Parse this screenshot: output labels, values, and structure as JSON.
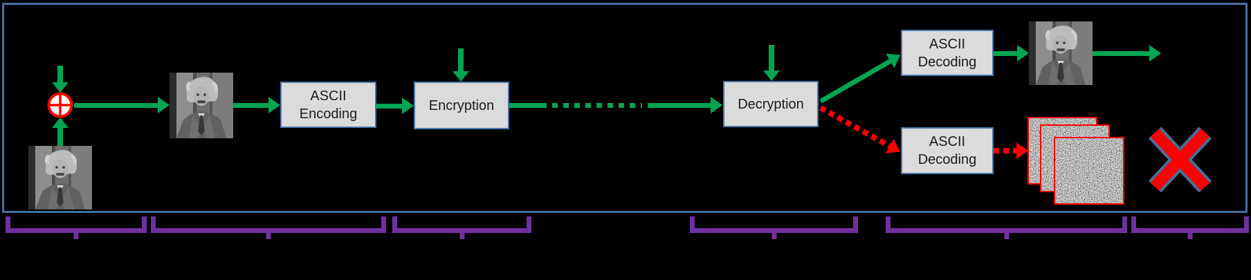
{
  "colors": {
    "canvas": "#000000",
    "green": "#00a551",
    "red": "#fe0000",
    "purple": "#7030a0",
    "frame": "#41719c",
    "boxfill": "#dbdbdb",
    "boxborder": "#4a76a8",
    "text": "#1c1c1c",
    "xoutline": "#4a6f96"
  },
  "nodes": {
    "ascii_encoding": {
      "label": "ASCII Encoding"
    },
    "encryption": {
      "label": "Encryption"
    },
    "decryption": {
      "label": "Decryption"
    },
    "ascii_decoding_success": {
      "label": "ASCII Decoding"
    },
    "ascii_decoding_fail": {
      "label": "ASCII Decoding"
    }
  },
  "symbols": {
    "xor": "xor-oplus-circle",
    "source_image": "einstein-portrait-photo",
    "plain_image": "einstein-portrait-photo",
    "recovered_image": "einstein-portrait-photo",
    "noise_stack": "three-random-noise-images",
    "failure_mark": "red-cross-x"
  },
  "edges": [
    {
      "from": "key-input-top",
      "to": "xor",
      "style": "solid",
      "color": "green",
      "direction": "down"
    },
    {
      "from": "source-image",
      "to": "xor",
      "style": "solid",
      "color": "green",
      "direction": "up"
    },
    {
      "from": "xor",
      "to": "plain-image",
      "style": "solid",
      "color": "green",
      "direction": "right"
    },
    {
      "from": "plain-image",
      "to": "ascii-encoding",
      "style": "solid",
      "color": "green",
      "direction": "right"
    },
    {
      "from": "ascii-encoding",
      "to": "encryption",
      "style": "solid",
      "color": "green",
      "direction": "right"
    },
    {
      "from": "key-input-top",
      "to": "encryption",
      "style": "solid",
      "color": "green",
      "direction": "down"
    },
    {
      "from": "encryption",
      "to": "decryption",
      "style": "solid-dotted-solid",
      "color": "green",
      "direction": "right"
    },
    {
      "from": "key-input-top",
      "to": "decryption",
      "style": "solid",
      "color": "green",
      "direction": "down"
    },
    {
      "from": "decryption",
      "to": "ascii-decoding-success",
      "style": "solid",
      "color": "green",
      "direction": "diagonal-up"
    },
    {
      "from": "decryption",
      "to": "ascii-decoding-fail",
      "style": "dotted",
      "color": "red",
      "direction": "diagonal-down"
    },
    {
      "from": "ascii-decoding-success",
      "to": "recovered-image",
      "style": "solid",
      "color": "green",
      "direction": "right"
    },
    {
      "from": "recovered-image",
      "to": "output",
      "style": "solid",
      "color": "green",
      "direction": "right"
    },
    {
      "from": "ascii-decoding-fail",
      "to": "noise-stack",
      "style": "dotted",
      "color": "red",
      "direction": "right"
    }
  ],
  "phase_brackets": {
    "count": 6
  }
}
